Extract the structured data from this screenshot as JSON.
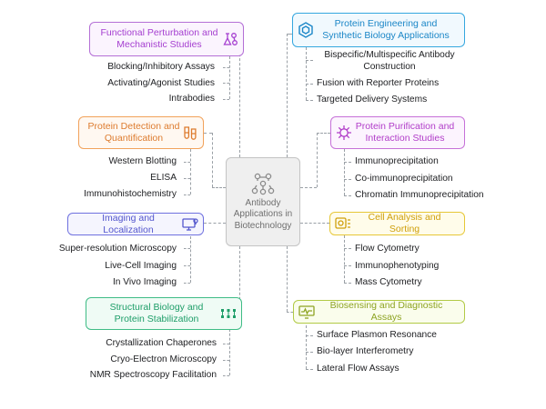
{
  "center": {
    "title": "Antibody Applications in Biotechnology",
    "icon": "antibody-network-icon"
  },
  "branches": {
    "functional": {
      "title": "Functional Perturbation and Mechanistic Studies",
      "icon": "flask-molecule-icon",
      "color": "#a53fd0",
      "items": [
        "Blocking/Inhibitory Assays",
        "Activating/Agonist Studies",
        "Intrabodies"
      ]
    },
    "detection": {
      "title": "Protein Detection and Quantification",
      "icon": "test-tubes-icon",
      "color": "#dd7b2e",
      "items": [
        "Western Blotting",
        "ELISA",
        "Immunohistochemistry"
      ]
    },
    "imaging": {
      "title": "Imaging and Localization",
      "icon": "monitor-location-icon",
      "color": "#5457cd",
      "items": [
        "Super-resolution Microscopy",
        "Live-Cell Imaging",
        "In Vivo Imaging"
      ]
    },
    "structural": {
      "title": "Structural Biology and Protein Stabilization",
      "icon": "lattice-icon",
      "color": "#1e9e69",
      "items": [
        "Crystallization Chaperones",
        "Cryo-Electron Microscopy",
        "NMR Spectroscopy Facilitation"
      ]
    },
    "engineering": {
      "title": "Protein Engineering and Synthetic Biology Applications",
      "icon": "hexagon-gear-icon",
      "color": "#1a86c7",
      "items": [
        "Bispecific/Multispecific Antibody Construction",
        "Fusion with Reporter Proteins",
        "Targeted Delivery Systems"
      ]
    },
    "purification": {
      "title": "Protein Purification and Interaction Studies",
      "icon": "virus-icon",
      "color": "#b13dc9",
      "items": [
        "Immunoprecipitation",
        "Co-immunoprecipitation",
        "Chromatin Immunoprecipitation"
      ]
    },
    "cell": {
      "title": "Cell Analysis and Sorting",
      "icon": "cell-sorting-icon",
      "color": "#cf9f0b",
      "items": [
        "Flow Cytometry",
        "Immunophenotyping",
        "Mass Cytometry"
      ]
    },
    "biosensing": {
      "title": "Biosensing and Diagnostic Assays",
      "icon": "diagnostic-monitor-icon",
      "color": "#8ea423",
      "items": [
        "Surface Plasmon Resonance",
        "Bio-layer Interferometry",
        "Lateral Flow Assays"
      ]
    }
  }
}
